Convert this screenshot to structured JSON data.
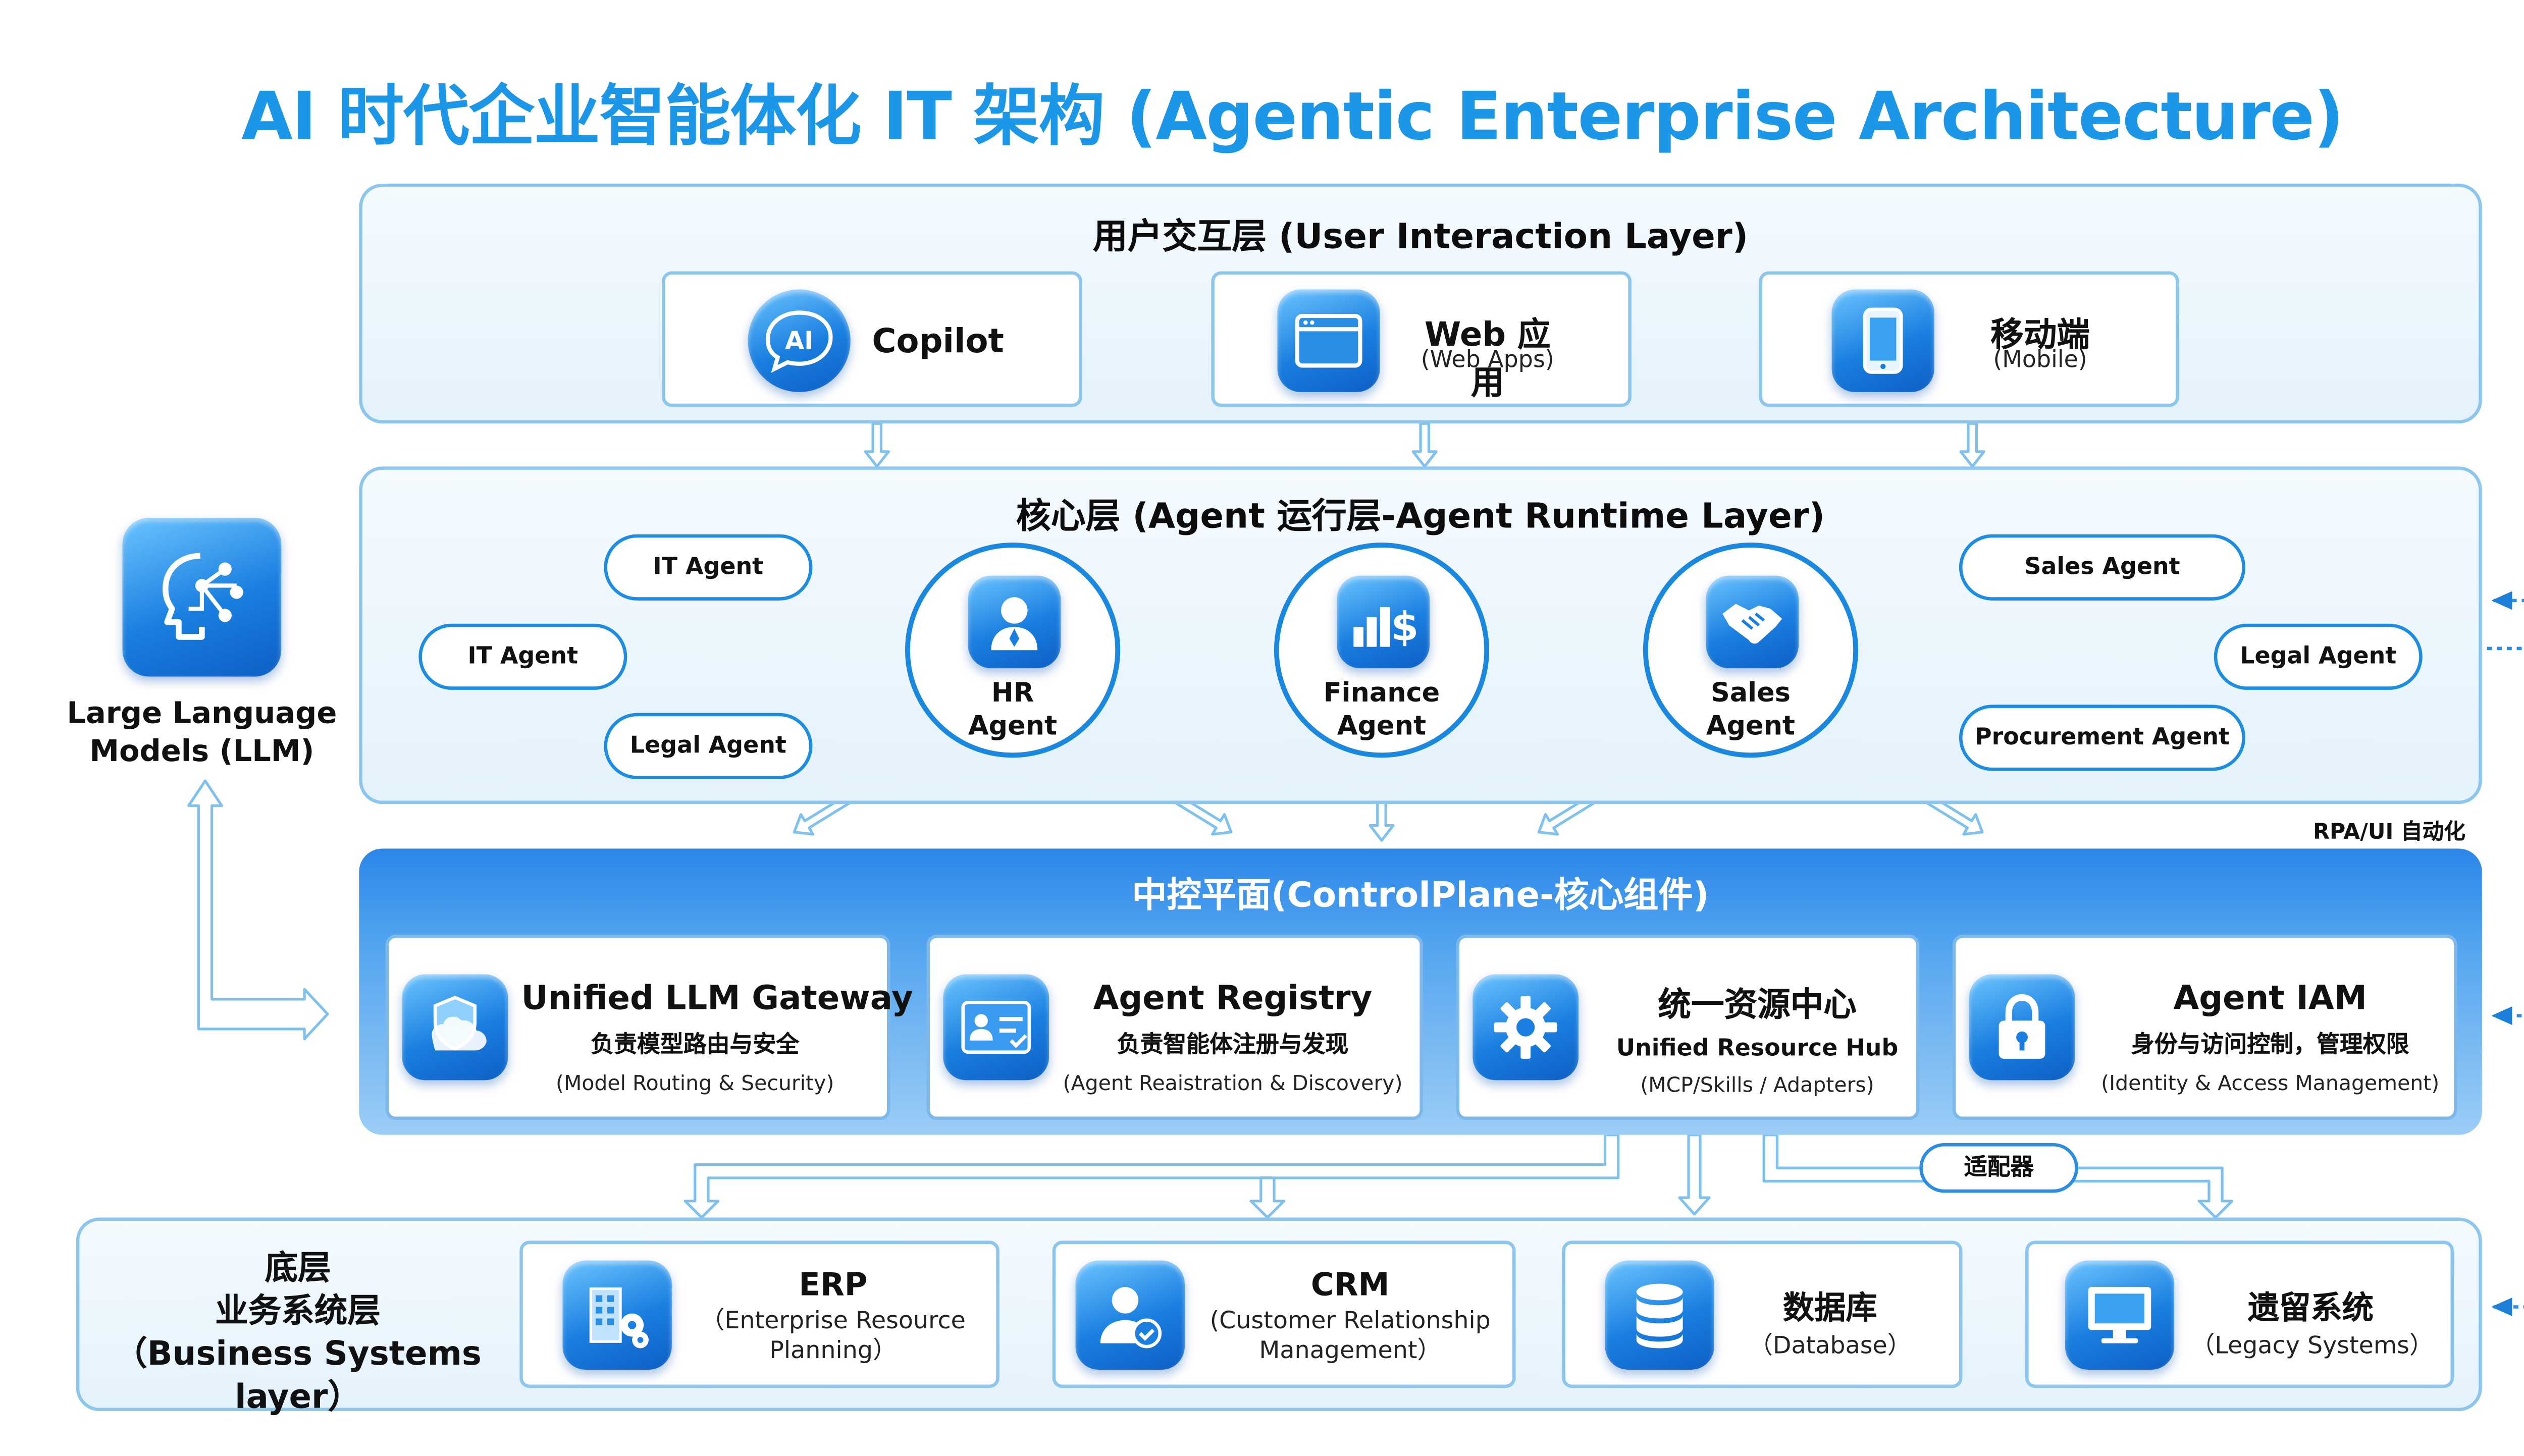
{
  "title": "AI 时代企业智能体化 IT 架构 (Agentic Enterprise Architecture)",
  "user_layer": {
    "title": "用户交互层 (User Interaction Layer)",
    "cards": [
      {
        "name": "Copilot",
        "sub": "",
        "icon": "ai-chat-icon"
      },
      {
        "name": "Web 应用",
        "sub": "(Web Apps)",
        "icon": "browser-window-icon"
      },
      {
        "name": "移动端",
        "sub": "(Mobile)",
        "icon": "smartphone-icon"
      }
    ]
  },
  "core_layer": {
    "title": "核心层 (Agent 运行层-Agent Runtime Layer)",
    "left_pills": [
      "IT Agent",
      "IT Agent",
      "Legal Agent"
    ],
    "circles": [
      {
        "line1": "HR",
        "line2": "Agent",
        "icon": "person-icon"
      },
      {
        "line1": "Finance",
        "line2": "Agent",
        "icon": "dollar-chart-icon"
      },
      {
        "line1": "Sales",
        "line2": "Agent",
        "icon": "handshake-icon"
      }
    ],
    "right_pills": [
      "Sales Agent",
      "Legal  Agent",
      "Procurement Agent"
    ],
    "rpa_label": "RPA/UI 自动化"
  },
  "llm": {
    "line1": "Large Language",
    "line2": "Models (LLM)",
    "icon": "ai-head-icon"
  },
  "control_plane": {
    "title": "中控平面(ControlPlane-核心组件)",
    "cards": [
      {
        "t1": "Unified LLM Gateway",
        "t2": "负责模型路由与安全",
        "t3": "(Model Routing & Security)",
        "icon": "shield-cloud-icon"
      },
      {
        "t1": "Agent Registry",
        "t2": "负责智能体注册与发现",
        "t3": "(Agent Reaistration & Discovery)",
        "icon": "id-card-icon"
      },
      {
        "t1": "统一资源中心",
        "t2": "Unified Resource Hub",
        "t3": "(MCP/Skills / Adapters)",
        "icon": "gear-icon"
      },
      {
        "t1": "Agent IAM",
        "t2": "身份与访问控制，管理权限",
        "t3": "(Identity & Access Management)",
        "icon": "lock-icon"
      }
    ],
    "adapter_label": "适配器"
  },
  "business_layer": {
    "title_line1": "底层",
    "title_line2": "业务系统层",
    "title_line3": "（Business Systems layer）",
    "cards": [
      {
        "name": "ERP",
        "sub1": "（Enterprise Resource",
        "sub2": "Planning）",
        "icon": "building-gears-icon"
      },
      {
        "name": "CRM",
        "sub1": "(Customer Relationship",
        "sub2": "Management）",
        "icon": "user-check-icon"
      },
      {
        "name": "数据库",
        "sub1": "（Database）",
        "sub2": "",
        "icon": "database-icon"
      },
      {
        "name": "遗留系统",
        "sub1": "（Legacy Systems）",
        "sub2": "",
        "icon": "desktop-computer-icon"
      }
    ]
  },
  "colors": {
    "accent": "#1c96e6",
    "border": "#8dc6ec",
    "control_plane": "#2b86e8",
    "arrow": "#8fcaf2"
  }
}
